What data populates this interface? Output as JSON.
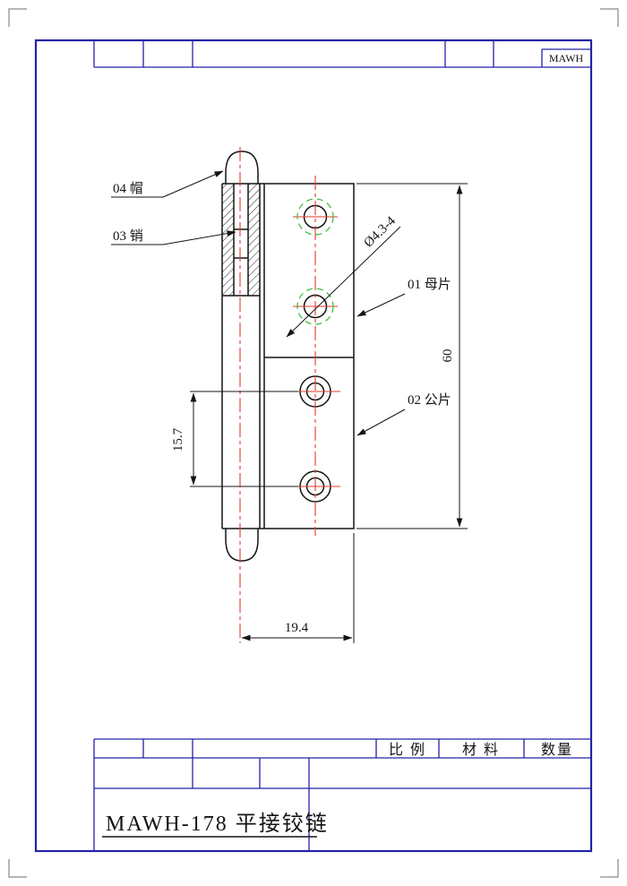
{
  "sheet": {
    "code": "MAWH"
  },
  "title_block": {
    "scale_label": "比 例",
    "material_label": "材 料",
    "quantity_label": "数量",
    "part_title": "MAWH-178 平接铰链"
  },
  "drawing": {
    "labels": {
      "cap": "04 帽",
      "pin": "03 销",
      "hole_dia": "Ø4.3-4",
      "female_leaf": "01 母片",
      "male_leaf": "02 公片"
    },
    "dimensions": {
      "height": "60",
      "hole_spacing": "15.7",
      "width": "19.4"
    }
  },
  "colors": {
    "frame": "#2323a8",
    "ink": "#141414",
    "centerline": "#e23b2e",
    "thread": "#3fbf3f",
    "corner": "#8a8a8a",
    "paper": "#ffffff"
  }
}
